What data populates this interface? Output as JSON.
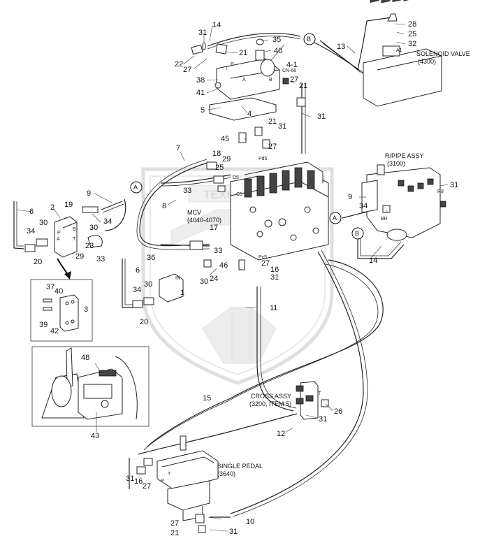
{
  "watermark": {
    "text": "ТЕХНИКА",
    "logo_color": "#d6d6d6"
  },
  "captions": {
    "solenoid_valve": "SOLENOID VALVE",
    "solenoid_valve_ref": "(4300)",
    "mcv": "MCV",
    "mcv_ref": "(4040-4070)",
    "rpipe": "R/PIPE ASSY",
    "rpipe_ref": "(3100)",
    "cross": "CROSS ASSY",
    "cross_ref": "(3200, ITEM 5)",
    "single_pedal": "SINGLE PEDAL",
    "single_pedal_ref": "(3640)",
    "cn66": "CN-66"
  },
  "connectors": {
    "a": "A",
    "b": "B"
  },
  "port_labels": {
    "P": "P",
    "T": "T",
    "A": "A",
    "B": "B",
    "A1": "A1",
    "R8": "R8",
    "BR": "BR",
    "Pd5": "Pd5",
    "Pc5": "Pc5",
    "C5": "C5",
    "D5": "D5",
    "IN": "IN"
  },
  "callouts": {
    "c31a": "31",
    "c14a": "14",
    "c22": "22",
    "c27a": "27",
    "c21a": "21",
    "c35": "35",
    "c40a": "40",
    "c38": "38",
    "c41a": "41",
    "c5": "5",
    "c4": "4",
    "c41b": "4-1",
    "c13": "13",
    "c28": "28",
    "c25": "25",
    "c32": "32",
    "c27b": "27",
    "c21b": "21",
    "c31b": "31",
    "c21c": "21",
    "c31c": "31",
    "c45": "45",
    "c27c": "27",
    "c7": "7",
    "c18": "18",
    "c29a": "29",
    "c25b": "25",
    "c33a": "33",
    "c9a": "9",
    "c8": "8",
    "c6a": "6",
    "c2": "2",
    "c19": "19",
    "c34a": "34",
    "c30a": "30",
    "c34b": "34",
    "c30b": "30",
    "c29b": "29",
    "c23": "23",
    "c33b": "33",
    "c20a": "20",
    "c9b": "9",
    "c34c": "34",
    "c31d": "31",
    "c36": "36",
    "c17": "17",
    "c33c": "33",
    "c46": "46",
    "c27d": "27",
    "c16a": "16",
    "c31e": "31",
    "c37": "37",
    "c40b": "40",
    "c3": "3",
    "c39": "39",
    "c42": "42",
    "c6b": "6",
    "c1": "1",
    "c34d": "34",
    "c30c": "30",
    "c24": "24",
    "c11": "11",
    "c20b": "20",
    "c48": "48",
    "c43": "43",
    "c15": "15",
    "c26": "26",
    "c31f": "31",
    "c12": "12",
    "c31g": "31",
    "c16b": "16",
    "c27e": "27",
    "c27f": "27",
    "c21d": "21",
    "c10": "10",
    "c31h": "31",
    "c14b": "14"
  }
}
